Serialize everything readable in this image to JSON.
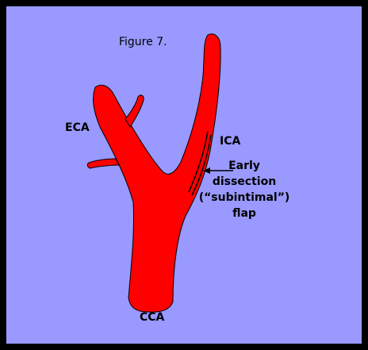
{
  "figure": {
    "caption": "Figure 7.",
    "labels": {
      "eca": "ECA",
      "ica": "ICA",
      "cca": "CCA"
    },
    "annotation": {
      "line1": "Early",
      "line2": "dissection",
      "line3": "(“subintimal”)",
      "line4": "flap"
    }
  },
  "colors": {
    "frame": "#000000",
    "background": "#9999ff",
    "vessel": "#ff0000",
    "outline": "#000000"
  }
}
